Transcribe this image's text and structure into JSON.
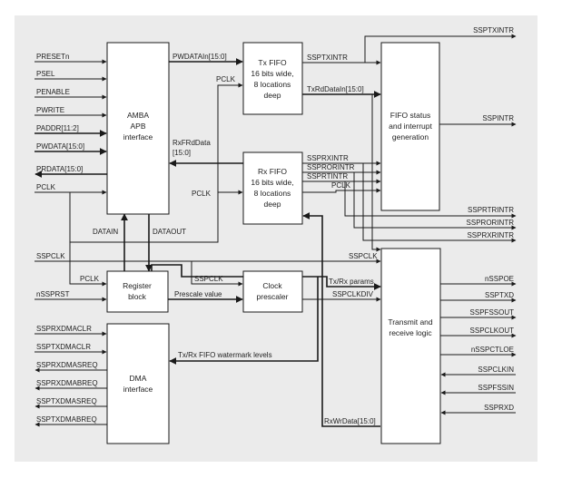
{
  "colors": {
    "background": "#ebebeb",
    "line": "#1a1a1a",
    "box_fill": "#ffffff",
    "text": "#222222"
  },
  "blocks": {
    "amba": [
      "AMBA",
      "APB",
      "interface"
    ],
    "tx_fifo": [
      "Tx FIFO",
      "16 bits wide,",
      "8 locations",
      "deep"
    ],
    "rx_fifo": [
      "Rx FIFO",
      "16 bits wide,",
      "8 locations",
      "deep"
    ],
    "fifo_status": [
      "FIFO status",
      "and interrupt",
      "generation"
    ],
    "register": [
      "Register",
      "block"
    ],
    "clock": [
      "Clock",
      "prescaler"
    ],
    "dma": [
      "DMA",
      "interface"
    ],
    "transmit": [
      "Transmit and",
      "receive logic"
    ]
  },
  "apb_inputs": [
    "PRESETn",
    "PSEL",
    "PENABLE",
    "PWRITE",
    "PADDR[11:2]",
    "PWDATA[15:0]"
  ],
  "apb_outputs": [
    "PRDATA[15:0]"
  ],
  "pclk": "PCLK",
  "sspclk": "SSPCLK",
  "nssprst": "nSSPRST",
  "dma_outputs_left": [
    "SSPRXDMACLR",
    "SSPTXDMACLR"
  ],
  "dma_inputs_left": [
    "SSPRXDMASREQ",
    "SSPRXDMABREQ",
    "SSPTXDMASREQ",
    "SSPTXDMABREQ"
  ],
  "internal": {
    "pwdatain": "PWDATAIn[15:0]",
    "rxfrdata": [
      "RxFRdData",
      "[15:0]"
    ],
    "datain": "DATAIN",
    "dataout": "DATAOUT",
    "ssptxintr": "SSPTXINTR",
    "txrddatain": "TxRdDataIn[15:0]",
    "ssprxintr": "SSPRXINTR",
    "ssprorintr": "SSPRORINTR",
    "ssprtintr": "SSPRTINTR",
    "prescale": "Prescale value",
    "txrx_params": "Tx/Rx params",
    "sspclkdiv": "SSPCLKDIV",
    "watermark": "Tx/Rx FIFO watermark levels",
    "rxwrdata": "RxWrData[15:0]"
  },
  "right_outputs_top": [
    "SSPTXINTR",
    "SSPINTR",
    "SSPRTRINTR",
    "SSPRORINTR",
    "SSPRXRINTR"
  ],
  "right_outputs_mid": [
    "nSSPOE",
    "SSPTXD",
    "SSPFSSOUT",
    "SSPCLKOUT",
    "nSSPCTLOE"
  ],
  "right_inputs": [
    "SSPCLKIN",
    "SSPFSSIN",
    "SSPRXD"
  ]
}
